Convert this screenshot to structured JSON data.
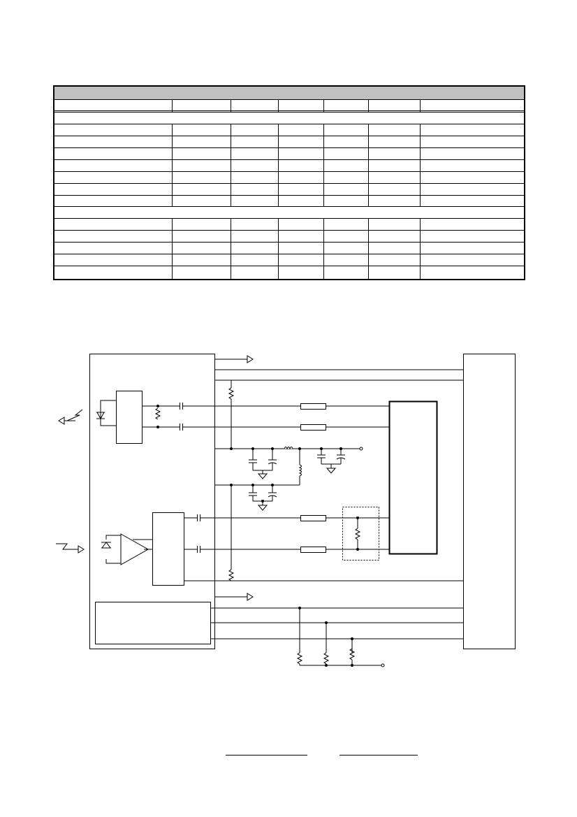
{
  "spec_table": {
    "title": "",
    "columns": [
      "",
      "",
      "",
      "",
      "",
      "",
      ""
    ],
    "sections": [
      {
        "heading": "",
        "rows": [
          [
            "",
            "",
            "",
            "",
            "",
            "",
            ""
          ],
          [
            "",
            "",
            "",
            "",
            "",
            "",
            ""
          ],
          [
            "",
            "",
            "",
            "",
            "",
            "",
            ""
          ],
          [
            "",
            "",
            "",
            "",
            "",
            "",
            ""
          ],
          [
            "",
            "",
            "",
            "",
            "",
            "",
            ""
          ],
          [
            "",
            "",
            "",
            "",
            "",
            "",
            ""
          ],
          [
            "",
            "",
            "",
            "",
            "",
            "",
            ""
          ]
        ]
      },
      {
        "heading": "",
        "rows": [
          [
            "",
            "",
            "",
            "",
            "",
            "",
            ""
          ],
          [
            "",
            "",
            "",
            "",
            "",
            "",
            ""
          ],
          [
            "",
            "",
            "",
            "",
            "",
            "",
            ""
          ],
          [
            "",
            "",
            "",
            "",
            "",
            "",
            ""
          ],
          [
            "",
            "",
            "",
            "",
            "",
            "",
            ""
          ]
        ]
      }
    ]
  },
  "schematic": {
    "blocks": [
      {
        "id": "transceiver-module",
        "label": ""
      },
      {
        "id": "host-connector",
        "label": ""
      },
      {
        "id": "serdes-ic",
        "label": ""
      },
      {
        "id": "controller-block",
        "label": ""
      }
    ],
    "icons": [
      "transmit-arrow-icon",
      "receive-arrow-icon",
      "laser-diode-icon",
      "photodiode-icon",
      "amplifier-icon",
      "ground-icon",
      "inductor-icon",
      "resistor-icon",
      "capacitor-icon"
    ]
  },
  "signatures": [
    {
      "label": "",
      "value": ""
    },
    {
      "label": "",
      "value": ""
    }
  ]
}
